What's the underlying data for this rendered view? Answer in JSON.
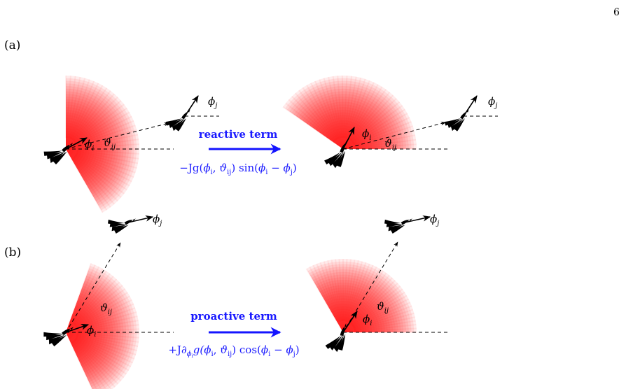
{
  "page_number": "6",
  "colors": {
    "wedge": "#ff0000",
    "arrow": "#1414ff",
    "text_blue": "#1a1aff",
    "ink": "#000000"
  },
  "panel_a": {
    "tag": "(a)",
    "arrow_label": "reactive term",
    "formula": {
      "lead": "−Jg(",
      "phi_i": "ϕ",
      "sub_i": "i",
      "comma": ", ",
      "theta": "ϑ",
      "sub_ij": "ij",
      "mid": ") sin(",
      "phi_i2": "ϕ",
      "sub_i2": "i",
      "minus": " − ",
      "phi_j": "ϕ",
      "sub_j": "j",
      "tail": ")"
    }
  },
  "panel_b": {
    "tag": "(b)",
    "arrow_label": "proactive term",
    "formula": {
      "lead": "+J∂",
      "phi_sub": "ϕ",
      "sub_i_sub": "i",
      "g": "g(",
      "phi_i": "ϕ",
      "sub_i": "i",
      "comma": ", ",
      "theta": "ϑ",
      "sub_ij": "ij",
      "mid": ") cos(",
      "phi_i2": "ϕ",
      "sub_i2": "i",
      "minus": " − ",
      "phi_j": "ϕ",
      "sub_j": "j",
      "tail": ")"
    }
  },
  "symbols": {
    "phi": "ϕ",
    "theta": "ϑ",
    "i": "i",
    "j": "j",
    "ij": "ij"
  },
  "icons": {
    "bird": "bird-icon"
  }
}
